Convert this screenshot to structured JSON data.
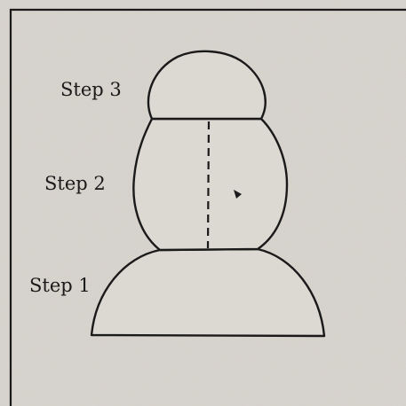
{
  "diagram": {
    "labels": {
      "step3": "Step 3",
      "step2": "Step 2",
      "step1": "Step 1"
    },
    "colors": {
      "paper": "#d9d5cf",
      "ink": "#1a1a1a",
      "fill": "#dcd8d2"
    }
  }
}
